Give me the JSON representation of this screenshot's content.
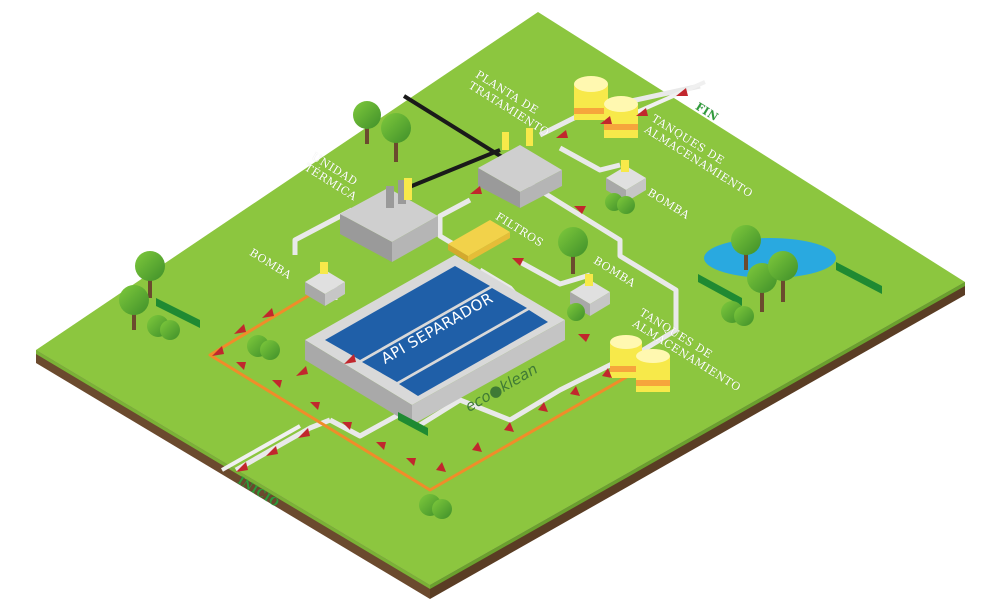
{
  "labels": {
    "planta": [
      "PLANTA DE",
      "TRATAMIENTO"
    ],
    "unidad": [
      "UNIDAD",
      "TÉRMICA"
    ],
    "fin": "FIN",
    "inicio": "INICIO",
    "tanques_top": [
      "TANQUES DE",
      "ALMACENAMIENTO"
    ],
    "tanques_bottom": [
      "TANQUES DE",
      "ALMACENAMIENTO"
    ],
    "bomba_right": "BOMBA",
    "bomba_left": "BOMBA",
    "bomba_mid": "BOMBA",
    "filtros": "FILTROS",
    "api": "API SEPARADOR",
    "brand_left": "eco",
    "brand_right": "klean"
  },
  "colors": {
    "grass": "#8cc63f",
    "grass_dark": "#7ab236",
    "soil": "#6b4a2e",
    "pipe": "#e8e8e8",
    "flow_pipe": "#f08c2a",
    "arrow": "#c1272d",
    "pool": "#1f5fa8",
    "tank_yellow": "#f7e94a",
    "tank_orange": "#f6a53c",
    "water": "#29a9e0",
    "label_green": "#2e9a3a"
  }
}
